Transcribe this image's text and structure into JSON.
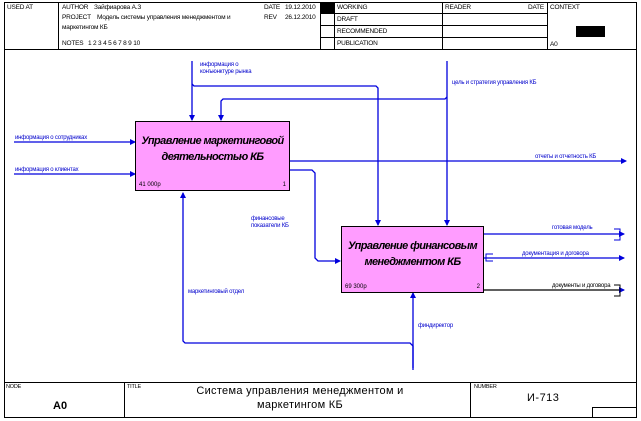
{
  "header": {
    "used_at_label": "USED AT",
    "author_label": "AUTHOR",
    "author_value": "Зайфиарова А.З",
    "project_label": "PROJECT",
    "project_value_line1": "Модель системы управления менеджментом и",
    "project_value_line2": "маркетингом КБ",
    "notes_label": "NOTES",
    "notes_value": "1 2 3 4 5 6 7 8 9 10",
    "date_label": "DATE",
    "date_value": "19.12.2010",
    "rev_label": "REV",
    "rev_value": "26.12.2010",
    "status_rows": [
      "WORKING",
      "DRAFT",
      "RECOMMENDED",
      "PUBLICATION"
    ],
    "reader_label": "READER",
    "reader_date_label": "DATE",
    "context_label": "CONTEXT",
    "context_node": "A0"
  },
  "activities": [
    {
      "title_line1": "Управление маркетинговой",
      "title_line2": "деятельностью КБ",
      "cost": "41 000р",
      "number": "1"
    },
    {
      "title_line1": "Управление финансовым",
      "title_line2": "менеджментом КБ",
      "cost": "69 300р",
      "number": "2"
    }
  ],
  "arrows": {
    "market_info_line1": "информация о",
    "market_info_line2": "конъюнктуре рынка",
    "goal_strategy": "цель и стратегия управления КБ",
    "employee_info": "информация о сотрудниках",
    "client_info": "информация о клиентах",
    "reports": "отчеты и отчетность КБ",
    "fin_indicators_line1": "финансовые",
    "fin_indicators_line2": "показатели КБ",
    "marketing_dept": "маркетинговый отдел",
    "finance_dir": "финдиректор",
    "ready_model": "готовая модель",
    "contract_docs": "документация и договора",
    "docs_contracts": "документы и договора"
  },
  "footer": {
    "node_label": "NODE",
    "node_value": "A0",
    "title_label": "TITLE",
    "title_line1": "Система управления менеджментом и",
    "title_line2": "маркетингом КБ",
    "number_label": "NUMBER",
    "number_value": "И-713"
  },
  "colors": {
    "arrow": "#0000dd",
    "activity_fill": "#ff9cff"
  }
}
